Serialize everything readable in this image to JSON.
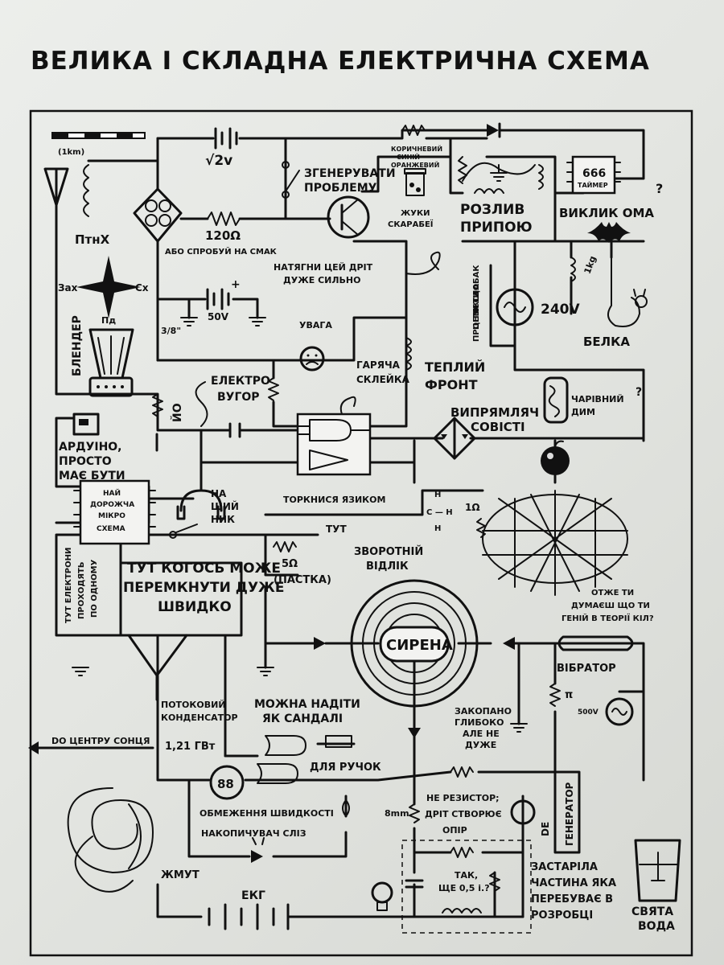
{
  "title": "ВЕЛИКА І СКЛАДНА ЕЛЕКТРИЧНА СХЕМА",
  "labels": {
    "scale": "(1km)",
    "v12": "√2v",
    "generate": "ЗГЕНЕРУВАТИ",
    "problem": "ПРОБЛЕМУ",
    "brown1": "КОРИЧНЕВИЙ",
    "brown2": "СИНІЙ",
    "brown3": "ОРАНЖЕВИЙ",
    "beetles1": "ЖУКИ",
    "beetles2": "СКАРАБЕЇ",
    "ic666": "666",
    "timer": "ТАЙМЕР",
    "q1": "?",
    "ptnh": "ПтнХ",
    "r120": "120Ω",
    "smack": "АБО СПРОБУЙ НА СМАК",
    "spill1": "РОЗЛИВ",
    "spill2": "ПРИПОЮ",
    "callohm": "ВИКЛИК ОМА",
    "wire1": "НАТЯГНИ ЦЕЙ ДРІТ",
    "wire2": "ДУЖЕ СИЛЬНО",
    "west": "Зах",
    "east": "Сх",
    "south": "Пд",
    "v50": "50V",
    "plus": "+",
    "skip1": "ПРОПУСТИ",
    "skip2": "ЦЕ ЯКЩО",
    "skip3": "ТИ СЛАБАК",
    "v240": "240V",
    "kg": "1kg",
    "squirrel": "БЕЛКА",
    "blender": "БЛЕНДЕР",
    "frac": "3/8\"",
    "attention": "УВАГА",
    "hot1": "ГАРЯЧА",
    "hot2": "СКЛЕЙКА",
    "warm1": "ТЕПЛИЙ",
    "warm2": "ФРОНТ",
    "eel1": "ЕЛЕКТРО",
    "eel2": "ВУГОР",
    "yo": "ЙО",
    "rect1": "ВИПРЯМЛЯЧ",
    "rect2": "СОВІСТІ",
    "smoke1": "ЧАРІВНИЙ",
    "smoke2": "ДИМ",
    "q2": "?",
    "ard1": "АРДУІНО,",
    "ard2": "ПРОСТО",
    "ard3": "МАЄ БУТИ",
    "mc1": "НАЙ",
    "mc2": "ДОРОЖЧА",
    "mc3": "МІКРО",
    "mc4": "СХЕМА",
    "hp1": "НА",
    "hp2": "ШИЙ",
    "hp3": "НИК",
    "tongue": "ТОРКНИСЯ ЯЗИКОМ",
    "here": "ТУТ",
    "h1": "H",
    "h2": "C — H",
    "h3": "H",
    "ohm1": "1Ω",
    "electrons1": "ТУТ ЕЛЕКТРОНИ",
    "electrons2": "ПРОХОДЯТЬ",
    "electrons3": "ПО ОДНОМУ",
    "switch1": "ТУТ КОГОСЬ МОЖЕ",
    "switch2": "ПЕРЕМКНУТИ ДУЖЕ",
    "switch3": "ШВИДКО",
    "r5": "5Ω",
    "trap": "(ПАСТКА)",
    "back1": "ЗВОРОТНІЙ",
    "back2": "ВІДЛІК",
    "genius1": "ОТЖЕ ТИ",
    "genius2": "ДУМАЄШ ЩО ТИ",
    "genius3": "ГЕНІЙ В ТЕОРІЇ КІЛ?",
    "siren": "СИРЕНА",
    "vibrator": "ВІБРАТОР",
    "pi": "π",
    "v500": "500V",
    "flux1": "ПОТОКОВИЙ",
    "flux2": "КОНДЕНСАТОР",
    "flux3": "1,21 ГВт",
    "sandal1": "МОЖНА НАДІТИ",
    "sandal2": "ЯК САНДАЛІ",
    "buried1": "ЗАКОПАНО",
    "buried2": "ГЛИБОКО",
    "buried3": "АЛЕ НЕ",
    "buried4": "ДУЖЕ",
    "sun": "DO ЦЕНТРУ СОНЦЯ",
    "handles": "ДЛЯ РУЧОК",
    "n88": "88",
    "speed": "ОБМЕЖЕННЯ ШВИДКОСТІ",
    "tears": "НАКОПИЧУВАЧ СЛІЗ",
    "notres1": "НЕ РЕЗИСТОР;",
    "notres2": "ДРІТ СТВОРЮЄ",
    "notres3": "ОПІР",
    "mm8": "8mm",
    "gen1": "DE",
    "gen2": "ГЕНЕРАТОР",
    "yes1": "ТАК,",
    "yes2": "ЩЕ 0,5 і.?",
    "obs1": "ЗАСТАРІЛА",
    "obs2": "ЧАСТИНА ЯКА",
    "obs3": "ПЕРЕБУВАЄ В",
    "obs4": "РОЗРОБЦІ",
    "harness": "ЖМУТ",
    "ekg": "ЕКГ",
    "water1": "СВЯТА",
    "water2": "ВОДА"
  }
}
